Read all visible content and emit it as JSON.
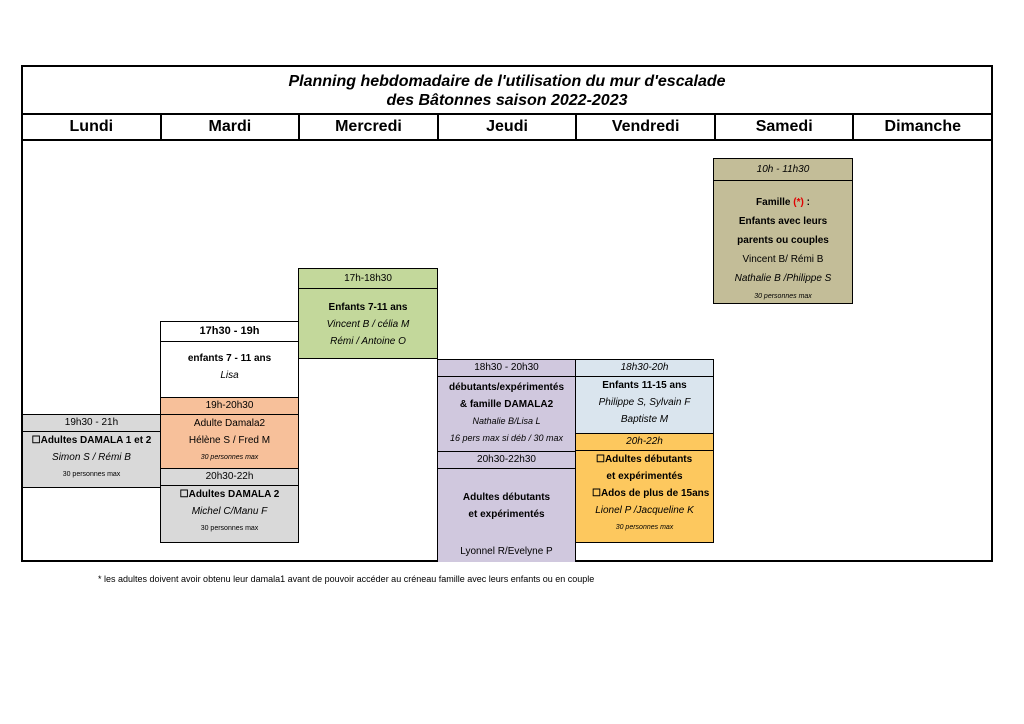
{
  "title": {
    "line1": "Planning hebdomadaire de l'utilisation du mur d'escalade",
    "line2": "des Bâtonnes saison 2022-2023"
  },
  "days": [
    "Lundi",
    "Mardi",
    "Mercredi",
    "Jeudi",
    "Vendredi",
    "Samedi",
    "Dimanche"
  ],
  "colors": {
    "grey": "#d9d9d9",
    "orange": "#f7c09a",
    "green": "#c3d89b",
    "purple": "#d0c8de",
    "lightblue": "#dae5ee",
    "yellow": "#fdc85e",
    "khaki": "#c3bd98"
  },
  "lundi": {
    "time": "19h30 - 21h",
    "title": "☐Adultes DAMALA 1 et 2",
    "names": "Simon S / Rémi B",
    "max": "30 personnes max"
  },
  "mardi": {
    "a_time": "17h30 - 19h",
    "a_title": "enfants 7 - 11 ans",
    "a_names": "Lisa",
    "b_time": "19h-20h30",
    "b_title": "Adulte Damala2",
    "b_names": "Hélène S / Fred M",
    "b_max": "30 personnes max",
    "c_time": "20h30-22h",
    "c_title": "☐Adultes DAMALA 2",
    "c_names": "Michel C/Manu F",
    "c_max": "30 personnes max"
  },
  "mercredi": {
    "time": "17h-18h30",
    "title": "Enfants 7-11 ans",
    "names1": "Vincent B / célia M",
    "names2": "Rémi  / Antoine O"
  },
  "jeudi": {
    "a_time": "18h30 - 20h30",
    "a_title1": "débutants/expérimentés",
    "a_title2": "& famille DAMALA2",
    "a_names": "Nathalie B/Lisa L",
    "a_max": "16 pers max si déb / 30 max",
    "b_time": "20h30-22h30",
    "b_title1": "Adultes débutants",
    "b_title2": "et expérimentés",
    "b_names": "Lyonnel R/Evelyne P"
  },
  "vendredi": {
    "a_time": "18h30-20h",
    "a_title": "Enfants 11-15 ans",
    "a_names1": "Philippe S, Sylvain F",
    "a_names2": "Baptiste M",
    "b_time": "20h-22h",
    "b_title1": "☐Adultes débutants",
    "b_title2": "et expérimentés",
    "b_title3": "☐Ados de plus de 15ans",
    "b_names": "Lionel P /Jacqueline K",
    "b_max": "30 personnes max"
  },
  "samedi": {
    "time": "10h - 11h30",
    "title_pre": "Famille ",
    "title_star": "(*)",
    "title_post": " :",
    "line2": "Enfants avec leurs",
    "line3": "parents ou couples",
    "names1": "Vincent B/ Rémi B",
    "names2": "Nathalie B /Philippe S",
    "max": "30 personnes max"
  },
  "footnote": "* les adultes doivent avoir obtenu leur damala1 avant de pouvoir accéder au créneau famille avec leurs enfants ou en couple"
}
